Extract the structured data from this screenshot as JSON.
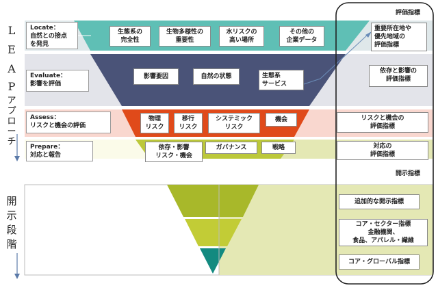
{
  "left_axis": {
    "leap_letters": [
      "L",
      "E",
      "A",
      "P"
    ],
    "approach_label": "アプローチ",
    "disclosure_label": "開示段階"
  },
  "right_column": {
    "header": "評価指標",
    "disclosure_header": "開示指標",
    "items": [
      "重要所在地や\n優先地域の\n評価指標",
      "依存と影響の\n評価指標",
      "リスクと機会の\n評価指標",
      "対応の\n評価指標"
    ],
    "disclosure_items": [
      "追加的な開示指標",
      "コア・セクター指標\n金融機関、\n食品、アパレル・繊維",
      "コア・グローバル指標"
    ]
  },
  "phases": [
    {
      "id": "locate",
      "title": "Locate：\n自然との接点\nを発見"
    },
    {
      "id": "evaluate",
      "title": "Evaluate：\n影響を評価"
    },
    {
      "id": "assess",
      "title": "Assess：\nリスクと機会の評価"
    },
    {
      "id": "prepare",
      "title": "Prepare：\n対応と報告"
    }
  ],
  "locate_items": [
    "生態系の\n完全性",
    "生物多様性の\n重要性",
    "水リスクの\n高い場所",
    "その他の\n企業データ"
  ],
  "evaluate_items": [
    "影響要因",
    "自然の状態",
    "生態系\nサービス"
  ],
  "assess_items": [
    "物理\nリスク",
    "移行\nリスク",
    "システミック\nリスク",
    "機会"
  ],
  "prepare_items": [
    "依存・影響\nリスク・機会",
    "ガバナンス",
    "戦略"
  ],
  "colors": {
    "teal": "#5fbfb5",
    "navy": "#4a5378",
    "red": "#e04a1a",
    "lime": "#bcc83a",
    "pale_lime": "#e4e8b4",
    "gray_band": "#e3e4ea",
    "pink_band": "#f9d7cf",
    "cream_band": "#fbfbe9",
    "dark_teal": "#138a80"
  }
}
